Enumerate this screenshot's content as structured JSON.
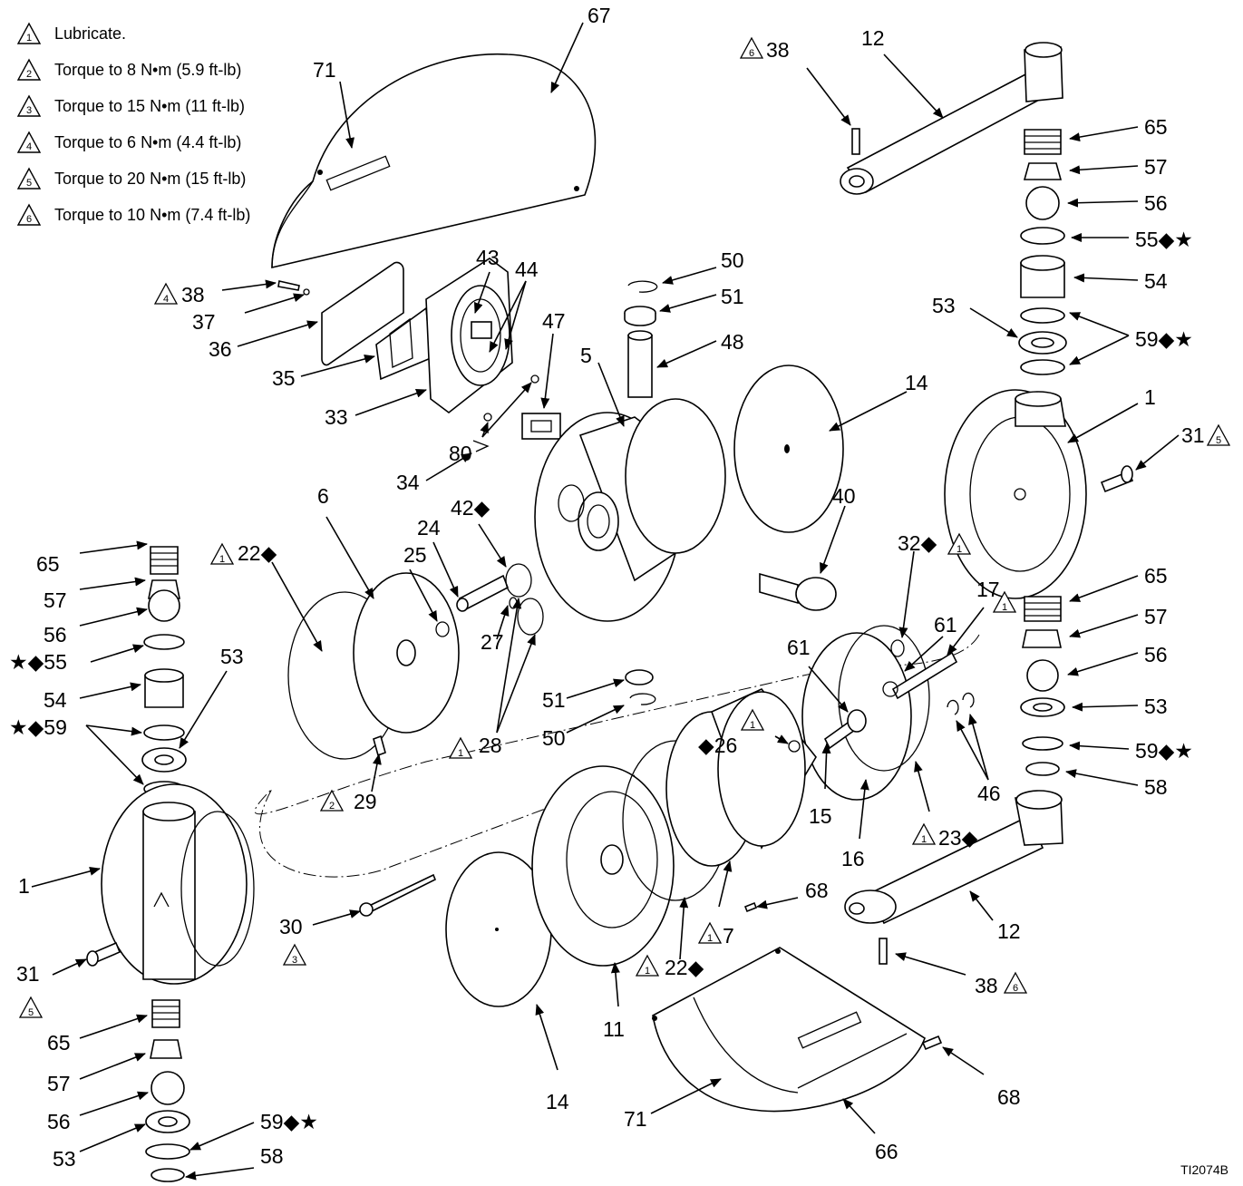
{
  "legend": [
    {
      "num": "1",
      "text": "Lubricate."
    },
    {
      "num": "2",
      "text": "Torque to 8 N•m (5.9 ft-lb)"
    },
    {
      "num": "3",
      "text": "Torque to 15 N•m (11 ft-lb)"
    },
    {
      "num": "4",
      "text": "Torque to 6 N•m (4.4 ft-lb)"
    },
    {
      "num": "5",
      "text": "Torque to 20 N•m (15 ft-lb)"
    },
    {
      "num": "6",
      "text": "Torque to 10 N•m (7.4 ft-lb)"
    }
  ],
  "callouts": {
    "c67": "67",
    "c71a": "71",
    "c38a": "38",
    "c12a": "12",
    "c65a": "65",
    "c57a": "57",
    "c56a": "56",
    "c55a": "55◆★",
    "c54a": "54",
    "c53a": "53",
    "c59a": "59◆★",
    "c1a": "1",
    "c31a": "31",
    "c38b": "38",
    "c37": "37",
    "c36": "36",
    "c35": "35",
    "c33": "33",
    "c43": "43",
    "c44": "44",
    "c47": "47",
    "c80": "80",
    "c34": "34",
    "c50a": "50",
    "c51a": "51",
    "c48": "48",
    "c5": "5",
    "c14a": "14",
    "c40": "40",
    "c32": "32◆",
    "c17": "17",
    "c61a": "61",
    "c61b": "61",
    "c65b": "65",
    "c57b": "57",
    "c56b": "56",
    "c53b": "53",
    "c59b": "59◆★",
    "c58a": "58",
    "c46": "46",
    "c23": "23◆",
    "c16": "16",
    "c15": "15",
    "c26": "◆26",
    "c65c": "65",
    "c57c": "57",
    "c56c": "56",
    "c55c": "★◆55",
    "c54c": "54",
    "c53c": "53",
    "c59c": "★◆59",
    "c22a": "22◆",
    "c6": "6",
    "c25": "25",
    "c24": "24",
    "c42": "42◆",
    "c27": "27",
    "c28": "28",
    "c51b": "51",
    "c50b": "50",
    "c29": "29",
    "c1b": "1",
    "c30": "30",
    "c31b": "31",
    "c65d": "65",
    "c57d": "57",
    "c56d": "56",
    "c53d": "53",
    "c59d": "59◆★",
    "c58b": "58",
    "c14b": "14",
    "c11": "11",
    "c22b": "22◆",
    "c7": "7",
    "c68a": "68",
    "c12b": "12",
    "c38c": "38",
    "c68b": "68",
    "c71b": "71",
    "c66": "66"
  },
  "reference_code": "TI2074B"
}
